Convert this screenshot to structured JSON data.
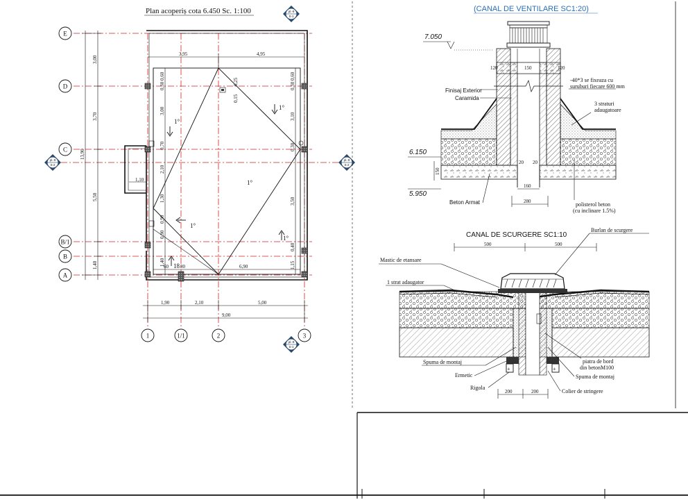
{
  "plan": {
    "title": "Plan acoperiș cota  6.450 Sc. 1:100",
    "axes_h": [
      "E",
      "D",
      "C",
      "B/1",
      "B",
      "A"
    ],
    "axes_v": [
      "1",
      "1/1",
      "2",
      "3"
    ],
    "dims_top": [
      "3,95",
      "4,95"
    ],
    "dims_bottom_row": [
      "1,90",
      "2,10",
      "5,00"
    ],
    "dim_total": "9,00",
    "dims_left": [
      "3,00",
      "3,70",
      "5,50",
      "1,40"
    ],
    "dim_left_total": "13,90",
    "dims_inner_left": [
      "0,60",
      "0,30",
      "3,00",
      "0,70",
      "2,10",
      "1,30",
      "0,90",
      "0,90",
      "1,40"
    ],
    "dims_inner_right": [
      "0,60",
      "0,30",
      "3,10",
      "0,30",
      "3,50",
      "0,40",
      "1,15"
    ],
    "dim_roof_small": [
      "0,25",
      "0,15"
    ],
    "dim_porch": "1,10",
    "dims_bottom_inner": [
      "60",
      "18",
      "80",
      "6,90"
    ],
    "slopes": [
      "1°",
      "1°",
      "1°",
      "1°",
      "1°"
    ],
    "section_marks": [
      {
        "top": "pl.-9",
        "bottom": "S-1"
      },
      {
        "top": "pl.-9",
        "bottom": "S-2"
      },
      {
        "top": "pl.-9",
        "bottom": "S-2"
      },
      {
        "top": "pl.-9",
        "bottom": "S-1"
      }
    ]
  },
  "vent": {
    "title": "(CANAL DE VENTILARE SC1:20)",
    "level_top": "7.050",
    "level_mid": "6.150",
    "level_bot": "5.950",
    "dims": [
      "120",
      "150",
      "120",
      "20",
      "20",
      "160",
      "280",
      "150"
    ],
    "notes": {
      "rod": "-40*3 se fixeaza cu",
      "rod2": "suruburi fiecare 600 mm",
      "finish": "Finisaj Exterior",
      "brick": "Caramida",
      "layers": "3 straturi",
      "layers2": "adaugatoare",
      "concrete": "Beton Armat",
      "poly": "polisterol beton",
      "poly2": "(cu inclinare 1.5%)"
    }
  },
  "drain": {
    "title": "CANAL DE SCURGERE  SC1:10",
    "dims": [
      "500",
      "500",
      "200",
      "200"
    ],
    "notes": {
      "pipe": "Burlan  de scurgere",
      "mastic": "Mastic de etansare",
      "layer": "1 strat adaugator",
      "foam1": "Spuma de montaj",
      "hermetic": "Ermetic",
      "gutter": "Rigola",
      "stone": "piatra de bord",
      "stone2": "din betonM100",
      "foam2": "Spuma de montaj",
      "clamp": "Colier de stringere"
    }
  },
  "colors": {
    "axis": "#d42020",
    "title_blue": "#2a6fb5",
    "line": "#111111",
    "mark": "#27486e"
  }
}
